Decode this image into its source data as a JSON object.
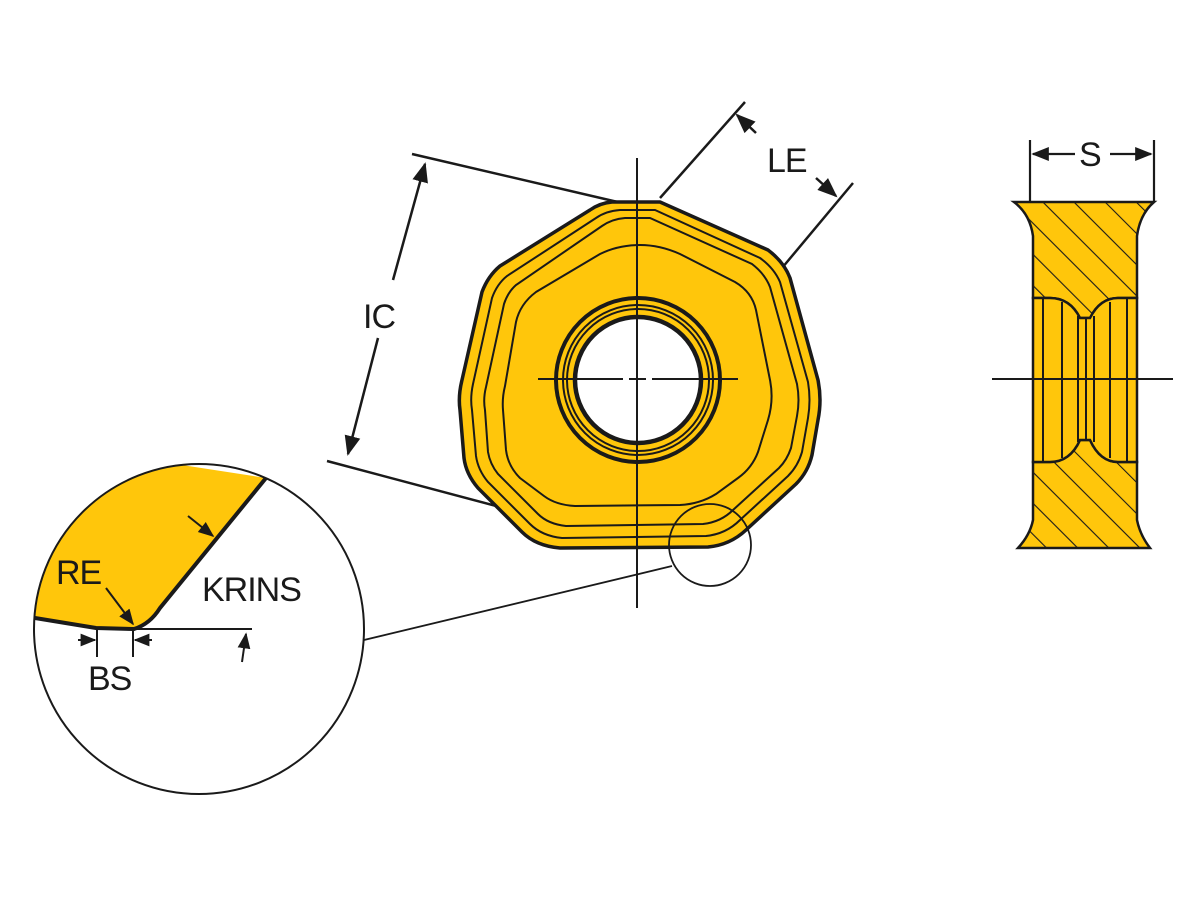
{
  "drawing": {
    "subject": "heptagonal milling insert",
    "colors": {
      "insert_fill": "#FFC60B",
      "ink": "#1a1a1a",
      "background": "#FFFFFF"
    },
    "front_view": {
      "dimension_labels": {
        "inscribed_circle": "IC",
        "edge_length": "LE"
      }
    },
    "side_view": {
      "dimension_labels": {
        "thickness": "S"
      }
    },
    "detail_view": {
      "dimension_labels": {
        "corner_radius": "RE",
        "entering_angle": "KRINS",
        "wiper_length": "BS"
      }
    }
  }
}
